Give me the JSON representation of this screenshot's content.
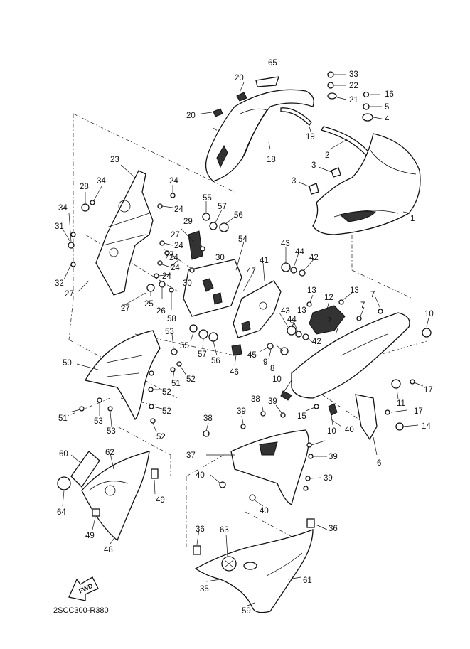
{
  "diagram": {
    "code": "2SCC300-R380",
    "fwd_label": "FWD",
    "callouts": [
      {
        "id": "c65",
        "text": "65"
      },
      {
        "id": "c33",
        "text": "33"
      },
      {
        "id": "c22",
        "text": "22"
      },
      {
        "id": "c21",
        "text": "21"
      },
      {
        "id": "c16",
        "text": "16"
      },
      {
        "id": "c5",
        "text": "5"
      },
      {
        "id": "c4",
        "text": "4"
      },
      {
        "id": "c20a",
        "text": "20"
      },
      {
        "id": "c20b",
        "text": "20"
      },
      {
        "id": "c19",
        "text": "19"
      },
      {
        "id": "c18",
        "text": "18"
      },
      {
        "id": "c2",
        "text": "2"
      },
      {
        "id": "c3a",
        "text": "3"
      },
      {
        "id": "c3b",
        "text": "3"
      },
      {
        "id": "c1",
        "text": "1"
      },
      {
        "id": "c23",
        "text": "23"
      },
      {
        "id": "c24a",
        "text": "24"
      },
      {
        "id": "c24b",
        "text": "24"
      },
      {
        "id": "c24c",
        "text": "24"
      },
      {
        "id": "c24d",
        "text": "24"
      },
      {
        "id": "c24e",
        "text": "24"
      },
      {
        "id": "c24f",
        "text": "24"
      },
      {
        "id": "c34a",
        "text": "34"
      },
      {
        "id": "c34b",
        "text": "34"
      },
      {
        "id": "c28",
        "text": "28"
      },
      {
        "id": "c31",
        "text": "31"
      },
      {
        "id": "c32",
        "text": "32"
      },
      {
        "id": "c27a",
        "text": "27"
      },
      {
        "id": "c27b",
        "text": "27"
      },
      {
        "id": "c27c",
        "text": "27"
      },
      {
        "id": "c27d",
        "text": "27"
      },
      {
        "id": "c55a",
        "text": "55"
      },
      {
        "id": "c57a",
        "text": "57"
      },
      {
        "id": "c56a",
        "text": "56"
      },
      {
        "id": "c29",
        "text": "29"
      },
      {
        "id": "c30a",
        "text": "30"
      },
      {
        "id": "c30b",
        "text": "30"
      },
      {
        "id": "c54",
        "text": "54"
      },
      {
        "id": "c25",
        "text": "25"
      },
      {
        "id": "c26",
        "text": "26"
      },
      {
        "id": "c58",
        "text": "58"
      },
      {
        "id": "c43a",
        "text": "43"
      },
      {
        "id": "c44a",
        "text": "44"
      },
      {
        "id": "c42a",
        "text": "42"
      },
      {
        "id": "c41",
        "text": "41"
      },
      {
        "id": "c47",
        "text": "47"
      },
      {
        "id": "c13a",
        "text": "13"
      },
      {
        "id": "c13b",
        "text": "13"
      },
      {
        "id": "c13c",
        "text": "13"
      },
      {
        "id": "c12",
        "text": "12"
      },
      {
        "id": "c7a",
        "text": "7"
      },
      {
        "id": "c7b",
        "text": "7"
      },
      {
        "id": "c7c",
        "text": "7"
      },
      {
        "id": "c7d",
        "text": "7"
      },
      {
        "id": "c7e",
        "text": "7"
      },
      {
        "id": "c10a",
        "text": "10"
      },
      {
        "id": "c43b",
        "text": "43"
      },
      {
        "id": "c44b",
        "text": "44"
      },
      {
        "id": "c42b",
        "text": "42"
      },
      {
        "id": "c53",
        "text": "53"
      },
      {
        "id": "c55b",
        "text": "55"
      },
      {
        "id": "c57b",
        "text": "57"
      },
      {
        "id": "c56b",
        "text": "56"
      },
      {
        "id": "c45",
        "text": "45"
      },
      {
        "id": "c9",
        "text": "9"
      },
      {
        "id": "c8",
        "text": "8"
      },
      {
        "id": "c46",
        "text": "46"
      },
      {
        "id": "c50",
        "text": "50"
      },
      {
        "id": "c52a",
        "text": "52"
      },
      {
        "id": "c51a",
        "text": "51"
      },
      {
        "id": "c52b",
        "text": "52"
      },
      {
        "id": "c52c",
        "text": "52"
      },
      {
        "id": "c52d",
        "text": "52"
      },
      {
        "id": "c51b",
        "text": "51"
      },
      {
        "id": "c53b",
        "text": "53"
      },
      {
        "id": "c53c",
        "text": "53"
      },
      {
        "id": "c11",
        "text": "11"
      },
      {
        "id": "c17a",
        "text": "17"
      },
      {
        "id": "c17b",
        "text": "17"
      },
      {
        "id": "c14",
        "text": "14"
      },
      {
        "id": "c10b",
        "text": "10"
      },
      {
        "id": "c10c",
        "text": "10"
      },
      {
        "id": "c15",
        "text": "15"
      },
      {
        "id": "c6",
        "text": "6"
      },
      {
        "id": "c38a",
        "text": "38"
      },
      {
        "id": "c39a",
        "text": "39"
      },
      {
        "id": "c39b",
        "text": "39"
      },
      {
        "id": "c40a",
        "text": "40"
      },
      {
        "id": "c38b",
        "text": "38"
      },
      {
        "id": "c39c",
        "text": "39"
      },
      {
        "id": "c39d",
        "text": "39"
      },
      {
        "id": "c37",
        "text": "37"
      },
      {
        "id": "c40b",
        "text": "40"
      },
      {
        "id": "c40c",
        "text": "40"
      },
      {
        "id": "c60",
        "text": "60"
      },
      {
        "id": "c62",
        "text": "62"
      },
      {
        "id": "c64",
        "text": "64"
      },
      {
        "id": "c49a",
        "text": "49"
      },
      {
        "id": "c49b",
        "text": "49"
      },
      {
        "id": "c48",
        "text": "48"
      },
      {
        "id": "c36a",
        "text": "36"
      },
      {
        "id": "c36b",
        "text": "36"
      },
      {
        "id": "c63",
        "text": "63"
      },
      {
        "id": "c61",
        "text": "61"
      },
      {
        "id": "c35",
        "text": "35"
      },
      {
        "id": "c59",
        "text": "59"
      }
    ]
  }
}
